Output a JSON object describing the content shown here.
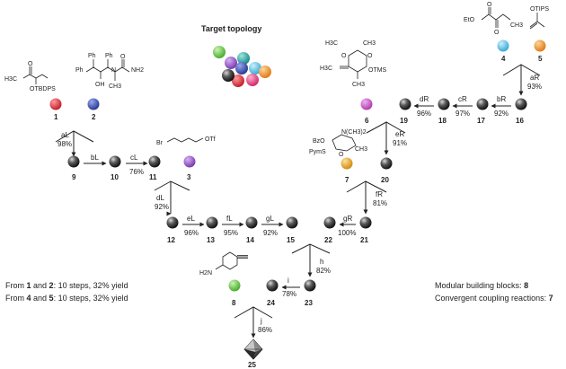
{
  "title": "Target topology",
  "colors": {
    "red": "#d8303a",
    "navy": "#3a4fa8",
    "purple": "#9056c4",
    "cyan": "#5ec8e8",
    "orange": "#f29a38",
    "magenta": "#c85bc8",
    "gold": "#e8a52a",
    "green": "#6cc850",
    "pink": "#e8508a",
    "grey": "#333333",
    "teal": "#2a9a9a"
  },
  "compounds": {
    "c1": "1",
    "c2": "2",
    "c3": "3",
    "c4": "4",
    "c5": "5",
    "c6": "6",
    "c7": "7",
    "c8": "8",
    "c9": "9",
    "c10": "10",
    "c11": "11",
    "c12": "12",
    "c13": "13",
    "c14": "14",
    "c15": "15",
    "c16": "16",
    "c17": "17",
    "c18": "18",
    "c19": "19",
    "c20": "20",
    "c21": "21",
    "c22": "22",
    "c23": "23",
    "c24": "24",
    "c25": "25"
  },
  "structures": {
    "s1": {
      "h3c": "H3C",
      "otbdps": "OTBDPS"
    },
    "s2": {
      "ph1": "Ph",
      "ph2": "Ph",
      "n": "N",
      "oh": "OH",
      "ch3": "CH3",
      "nh2": "NH2"
    },
    "s3": {
      "br": "Br",
      "otf": "OTf"
    },
    "s4": {
      "eto": "EtO",
      "ch3": "CH3"
    },
    "s5": {
      "otips": "OTIPS"
    },
    "s6": {
      "h3c": "H3C",
      "ch3": "CH3",
      "o1": "O",
      "o2": "O",
      "otms": "OTMS"
    },
    "s7": {
      "nch3": "N(CH3)2",
      "bzo": "BzO",
      "pyms": "PymS",
      "o": "O",
      "ch3": "CH3"
    },
    "s8": {
      "h2n": "H2N"
    }
  },
  "steps": {
    "a_l": {
      "label": "aL",
      "yield": "98%"
    },
    "b_l": {
      "label": "bL",
      "yield": ""
    },
    "c_l": {
      "label": "cL",
      "yield": "76%"
    },
    "d_l": {
      "label": "dL",
      "yield": "92%"
    },
    "e_l": {
      "label": "eL",
      "yield": "96%"
    },
    "f_l": {
      "label": "fL",
      "yield": "95%"
    },
    "g_l": {
      "label": "gL",
      "yield": "92%"
    },
    "a_r": {
      "label": "aR",
      "yield": "93%"
    },
    "b_r": {
      "label": "bR",
      "yield": "92%"
    },
    "c_r": {
      "label": "cR",
      "yield": "97%"
    },
    "d_r": {
      "label": "dR",
      "yield": "96%"
    },
    "e_r": {
      "label": "eR",
      "yield": "91%"
    },
    "f_r": {
      "label": "fR",
      "yield": "81%"
    },
    "g_r": {
      "label": "gR",
      "yield": "100%"
    },
    "h": {
      "label": "h",
      "yield": "82%"
    },
    "i": {
      "label": "i",
      "yield": "78%"
    },
    "j": {
      "label": "j",
      "yield": "86%"
    }
  },
  "footnotes": {
    "left1": {
      "from": "From ",
      "a": "1",
      "and": " and ",
      "b": "2",
      "rest": ": 10 steps, 32% yield"
    },
    "left2": {
      "from": "From ",
      "a": "4",
      "and": " and ",
      "b": "5",
      "rest": ": 10 steps, 32% yield"
    },
    "right1": {
      "label": "Modular building blocks: ",
      "value": "8"
    },
    "right2": {
      "label": "Convergent coupling reactions: ",
      "value": "7"
    }
  }
}
